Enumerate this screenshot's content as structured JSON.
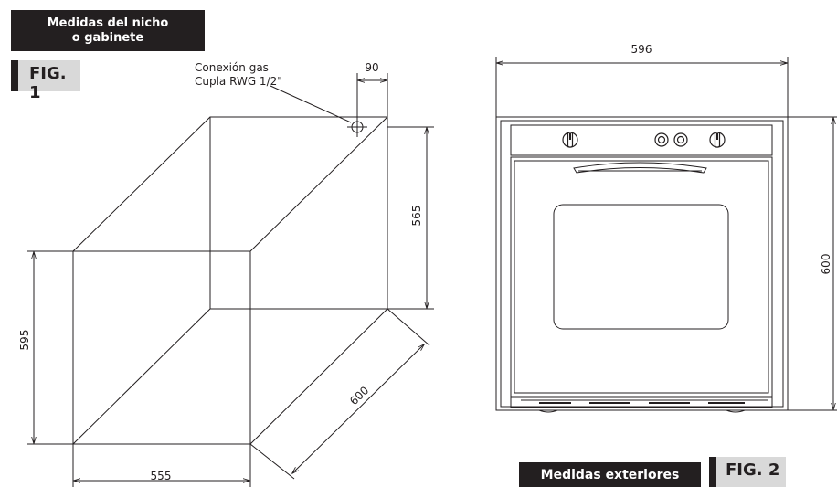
{
  "figure1": {
    "badge_line1": "Medidas del nicho",
    "badge_line2": "o gabinete",
    "label": "FIG. 1",
    "gas_line1": "Conexión gas",
    "gas_line2": "Cupla RWG 1/2\"",
    "dim_gas_offset": "90",
    "dim_height_back": "565",
    "dim_height_front": "595",
    "dim_width": "555",
    "dim_depth": "600"
  },
  "figure2": {
    "badge": "Medidas exteriores",
    "label": "FIG. 2",
    "dim_width": "596",
    "dim_height": "600"
  },
  "colors": {
    "line": "#231f20",
    "badge_bg": "#231f20",
    "fig_bg": "#d9d9d9"
  }
}
